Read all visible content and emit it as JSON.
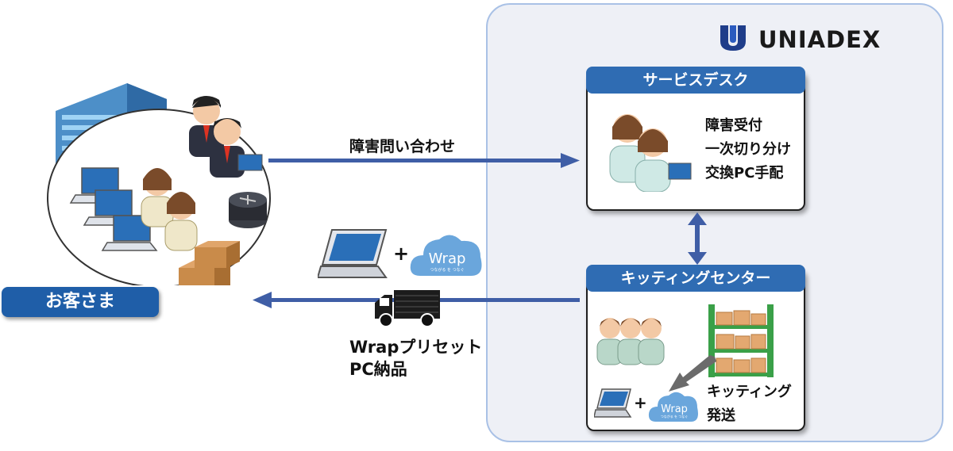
{
  "brand": {
    "logo_text": "UNIADEX"
  },
  "customer": {
    "label": "お客さま"
  },
  "service_desk": {
    "title": "サービスデスク",
    "tasks": [
      "障害受付",
      "一次切り分け",
      "交換PC手配"
    ]
  },
  "kitting_center": {
    "title": "キッティングセンター",
    "tasks": [
      "キッティング",
      "発送"
    ]
  },
  "flows": {
    "inquiry": "障害問い合わせ",
    "delivery_line1": "Wrapプリセット",
    "delivery_line2": "PC納品",
    "plus": "+"
  },
  "wrap_cloud": {
    "label": "Wrap",
    "tagline": "つながる を つなぐ"
  },
  "colors": {
    "arrow": "#3f5ea6",
    "title_bar": "#2f6cb3",
    "customer_bar": "#1f5ea8",
    "panel_border": "#a9c1e6"
  }
}
